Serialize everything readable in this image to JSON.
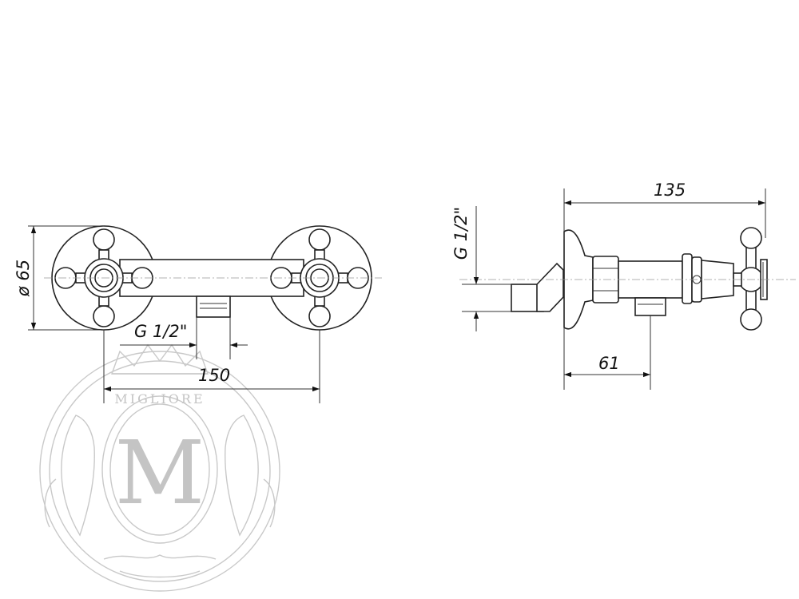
{
  "front_view": {
    "diameter_label": "ø 65",
    "thread_label": "G 1/2\"",
    "width_label": "150"
  },
  "side_view": {
    "depth_label": "135",
    "thread_label": "G 1/2\"",
    "outlet_label": "61"
  },
  "watermark": {
    "brand": "MIGLIORE",
    "monogram": "M"
  }
}
